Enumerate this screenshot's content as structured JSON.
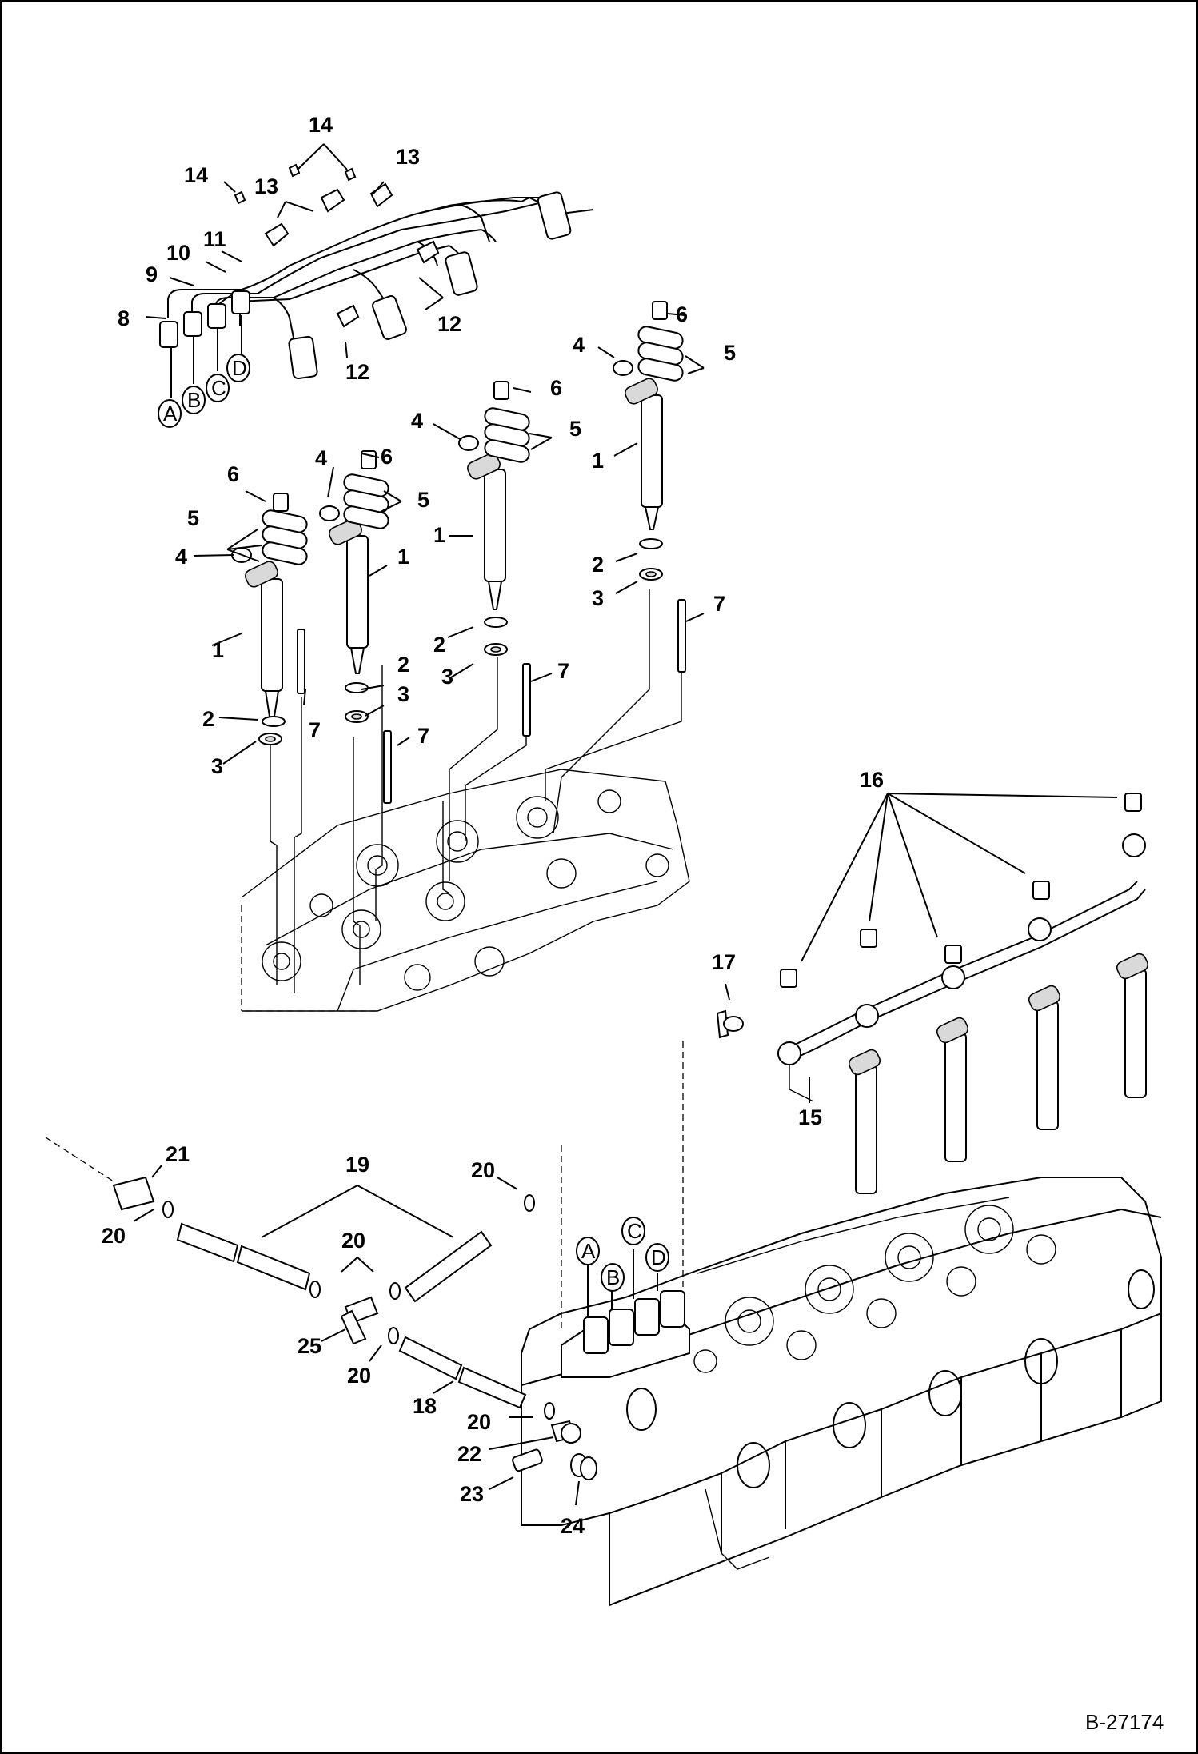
{
  "document_ref": "B-27174",
  "callouts": {
    "c1": "1",
    "c2": "2",
    "c3": "3",
    "c4": "4",
    "c5": "5",
    "c6": "6",
    "c7": "7",
    "c8": "8",
    "c9": "9",
    "c10": "10",
    "c11": "11",
    "c12": "12",
    "c13": "13",
    "c14": "14",
    "c15": "15",
    "c16": "16",
    "c17": "17",
    "c18": "18",
    "c19": "19",
    "c20": "20",
    "c21": "21",
    "c22": "22",
    "c23": "23",
    "c24": "24",
    "c25": "25"
  },
  "connectors": {
    "a": "A",
    "b": "B",
    "c": "C",
    "d": "D"
  }
}
